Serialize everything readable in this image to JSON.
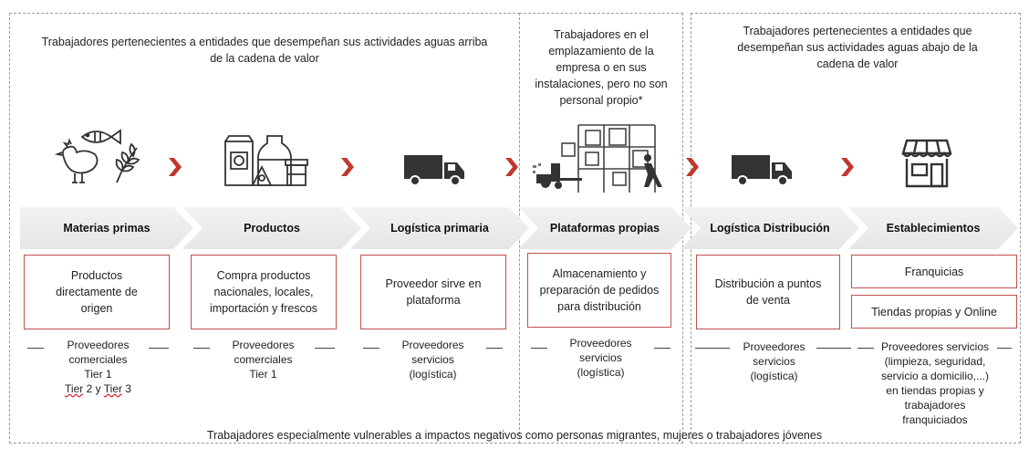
{
  "headers": {
    "upstream": "Trabajadores pertenecientes a entidades que desempeñan sus actividades aguas arriba de la cadena de valor",
    "onsite": "Trabajadores en el emplazamiento de la empresa o en sus instalaciones, pero  no son personal propio*",
    "downstream": "Trabajadores pertenecientes a entidades que desempeñan sus actividades aguas abajo de la cadena de valor"
  },
  "stages": [
    {
      "label": "Materias primas",
      "icon": "raw-materials-icon"
    },
    {
      "label": "Productos",
      "icon": "products-icon"
    },
    {
      "label": "Logística primaria",
      "icon": "truck-icon"
    },
    {
      "label": "Plataformas propias",
      "icon": "warehouse-icon"
    },
    {
      "label": "Logística Distribución",
      "icon": "truck-icon"
    },
    {
      "label": "Establecimientos",
      "icon": "store-icon"
    }
  ],
  "boxes": {
    "materias": "Productos directamente de origen",
    "productos": "Compra productos nacionales, locales, importación y frescos",
    "logistica": "Proveedor sirve en plataforma",
    "plataformas": "Almacenamiento y preparación de pedidos para distribución",
    "distribucion": "Distribución a puntos de venta",
    "franquicias": "Franquicias",
    "tiendas": "Tiendas propias y  Online"
  },
  "suppliers": {
    "s1": {
      "line1": "Proveedores",
      "line2": "comerciales",
      "tier1": "Tier 1",
      "tier2": "Tier",
      "tier2b": " 2 y ",
      "tier3": "Tier",
      "tier3b": " 3"
    },
    "s2": {
      "line1": "Proveedores",
      "line2": "comerciales",
      "tier1": "Tier 1"
    },
    "s3": {
      "line1": "Proveedores",
      "line2": "servicios",
      "line3": "(logística)"
    },
    "s4": {
      "line1": "Proveedores",
      "line2": "servicios",
      "line3": "(logística)"
    },
    "s5": {
      "line1": "Proveedores",
      "line2": "servicios",
      "line3": "(logística)"
    },
    "s6": {
      "line1": "Proveedores servicios",
      "line2": "(limpieza, seguridad,",
      "line3": "servicio a domicilio,...)",
      "line4": "en tiendas propias y",
      "line5": "trabajadores",
      "line6": "franquiciados"
    }
  },
  "footer": "Trabajadores especialmente vulnerables a impactos negativos como personas migrantes, mujeres o trabajadores jóvenes",
  "colors": {
    "accent": "#c0504d",
    "arrow": "#c0392b",
    "icon": "#3a3a3a"
  }
}
